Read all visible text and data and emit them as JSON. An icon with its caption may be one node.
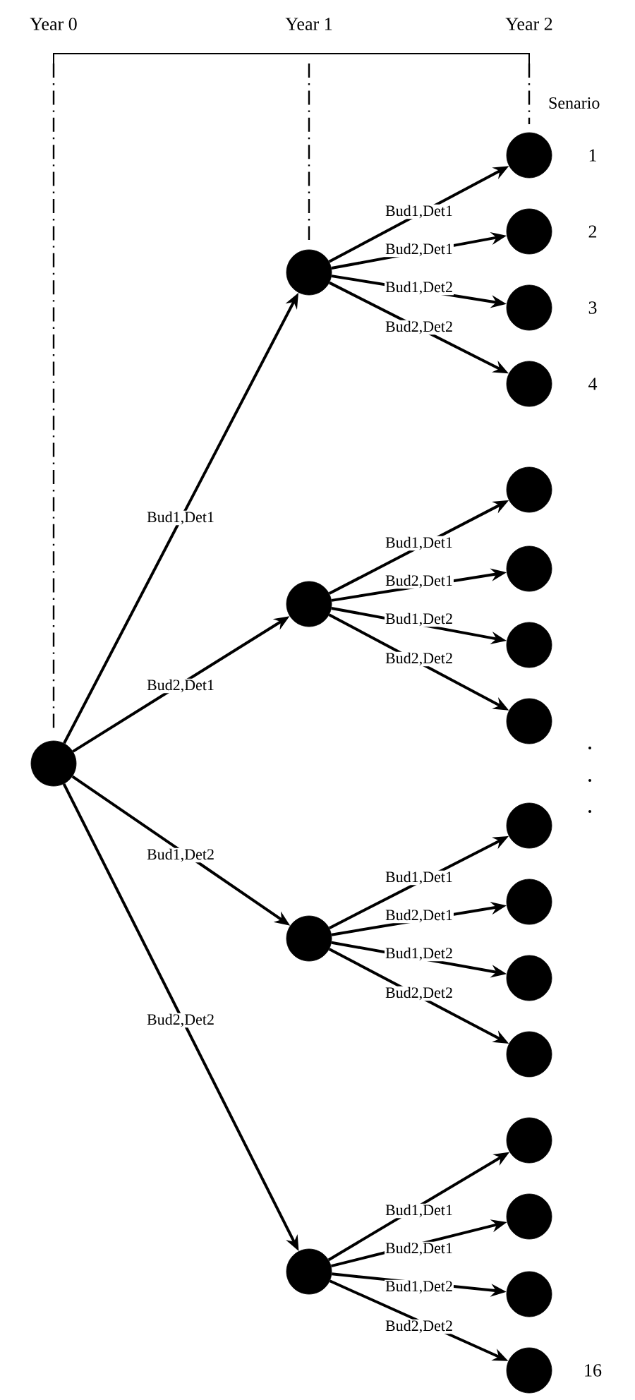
{
  "diagram": {
    "nodes": [
      {
        "text": [],
        "shape": "circle"
      },
      {
        "text": [],
        "shape": "circle"
      },
      {
        "text": [],
        "shape": "circle",
        "beside": [
          "1"
        ]
      },
      {
        "text": [],
        "shape": "circle",
        "beside": [
          "2"
        ]
      },
      {
        "text": [],
        "shape": "circle",
        "beside": [
          "3"
        ]
      },
      {
        "text": [],
        "shape": "circle",
        "beside": [
          "4"
        ]
      },
      {
        "text": [],
        "shape": "circle"
      },
      {
        "text": [],
        "shape": "circle"
      },
      {
        "text": [],
        "shape": "circle"
      },
      {
        "text": [],
        "shape": "circle"
      },
      {
        "text": [],
        "shape": "circle"
      },
      {
        "text": [],
        "shape": "circle"
      },
      {
        "text": [],
        "shape": "circle"
      },
      {
        "text": [],
        "shape": "circle"
      },
      {
        "text": [],
        "shape": "circle"
      },
      {
        "text": [],
        "shape": "circle"
      },
      {
        "text": [],
        "shape": "circle"
      },
      {
        "text": [],
        "shape": "circle"
      },
      {
        "text": [],
        "shape": "circle"
      },
      {
        "text": [],
        "shape": "circle"
      },
      {
        "text": [],
        "shape": "circle",
        "beside": [
          "16"
        ]
      }
    ],
    "edges": [
      {
        "from": 0,
        "to": 1,
        "arrow": "to",
        "label": "Bud1,Det1"
      },
      {
        "from": 0,
        "to": 6,
        "arrow": "to",
        "label": "Bud2,Det1"
      },
      {
        "from": 0,
        "to": 11,
        "arrow": "to",
        "label": "Bud1,Det2"
      },
      {
        "from": 0,
        "to": 16,
        "arrow": "to",
        "label": "Bud2,Det2"
      },
      {
        "from": 1,
        "to": 2,
        "arrow": "to",
        "label": "Bud1,Det1"
      },
      {
        "from": 1,
        "to": 3,
        "arrow": "to",
        "label": "Bud2,Det1"
      },
      {
        "from": 1,
        "to": 4,
        "arrow": "to",
        "label": "Bud1,Det2"
      },
      {
        "from": 1,
        "to": 5,
        "arrow": "to",
        "label": "Bud2,Det2"
      },
      {
        "from": 6,
        "to": 7,
        "arrow": "to",
        "label": "Bud1,Det1"
      },
      {
        "from": 6,
        "to": 8,
        "arrow": "to",
        "label": "Bud2,Det1"
      },
      {
        "from": 6,
        "to": 9,
        "arrow": "to",
        "label": "Bud1,Det2"
      },
      {
        "from": 6,
        "to": 10,
        "arrow": "to",
        "label": "Bud2,Det2"
      },
      {
        "from": 11,
        "to": 12,
        "arrow": "to",
        "label": "Bud1,Det1"
      },
      {
        "from": 11,
        "to": 13,
        "arrow": "to",
        "label": "Bud2,Det1"
      },
      {
        "from": 11,
        "to": 14,
        "arrow": "to",
        "label": "Bud1,Det2"
      },
      {
        "from": 11,
        "to": 15,
        "arrow": "to",
        "label": "Bud2,Det2"
      },
      {
        "from": 16,
        "to": 17,
        "arrow": "to",
        "label": "Bud1,Det1"
      },
      {
        "from": 16,
        "to": 18,
        "arrow": "to",
        "label": "Bud2,Det1"
      },
      {
        "from": 16,
        "to": 19,
        "arrow": "to",
        "label": "Bud1,Det2"
      },
      {
        "from": 16,
        "to": 20,
        "arrow": "to",
        "label": "Bud2,Det2"
      }
    ],
    "labels": [
      "Year 0",
      "Year 1",
      "Year 2",
      "Senario"
    ]
  }
}
